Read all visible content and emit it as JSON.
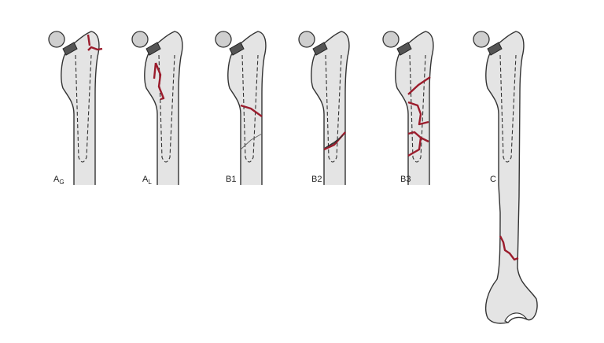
{
  "figure": {
    "panels": [
      {
        "id": "ag",
        "label": "A",
        "sub": "G"
      },
      {
        "id": "al",
        "label": "A",
        "sub": "L"
      },
      {
        "id": "b1",
        "label": "B1",
        "sub": ""
      },
      {
        "id": "b2",
        "label": "B2",
        "sub": ""
      },
      {
        "id": "b3",
        "label": "B3",
        "sub": ""
      },
      {
        "id": "c",
        "label": "C",
        "sub": ""
      }
    ],
    "colors": {
      "fracture": "#9b1c2c",
      "bone": "#e4e4e4",
      "outline": "#333333"
    }
  }
}
